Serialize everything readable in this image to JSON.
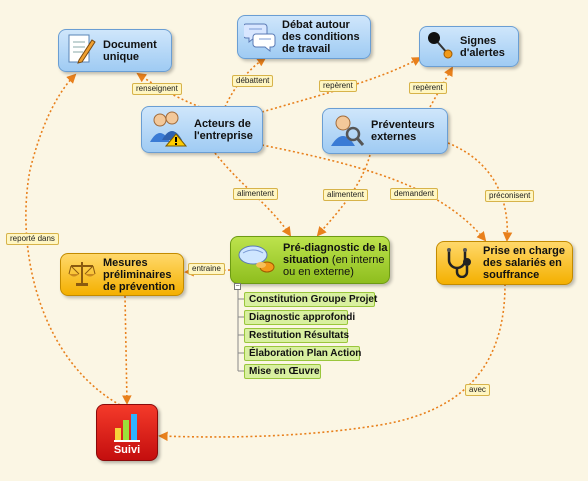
{
  "nodes": {
    "document": {
      "label": "Document\nunique",
      "icon": "document-pen-icon"
    },
    "debat": {
      "label": "Débat autour\ndes conditions\nde travail",
      "icon": "speech-bubbles-icon"
    },
    "signes": {
      "label": "Signes\nd'alertes",
      "icon": "alert-lever-icon"
    },
    "acteurs": {
      "label": "Acteurs de\nl'entreprise",
      "icon": "people-warning-icon"
    },
    "preventeurs": {
      "label": "Préventeurs\nexternes",
      "icon": "person-magnifier-icon"
    },
    "mesures": {
      "label": "Mesures\npréliminaires\nde prévention",
      "icon": "scales-icon"
    },
    "prediag": {
      "label_bold": "Pré-diagnostic de la\nsituation",
      "label_rest": " (en interne\nou en externe)",
      "icon": "globe-pill-icon"
    },
    "prise": {
      "label": "Prise en charge\ndes salariés en\nsouffrance",
      "icon": "stethoscope-icon"
    },
    "suivi": {
      "label": "Suivi",
      "icon": "bar-chart-icon"
    }
  },
  "subitems": [
    "Constitution Groupe Projet",
    "Diagnostic approfondi",
    "Restitution Résultats",
    "Élaboration Plan Action",
    "Mise en Œuvre"
  ],
  "edge_labels": {
    "renseignent": "renseignent",
    "debattent": "débattent",
    "reperent1": "repèrent",
    "reperent2": "repèrent",
    "alimentent1": "alimentent",
    "alimentent2": "alimentent",
    "demandent": "demandent",
    "preconisent": "préconisent",
    "entraine": "entraine",
    "reporte": "reporté dans",
    "avec": "avec"
  },
  "colors": {
    "edge": "#e8801c",
    "blue_node": "#a9d0f5",
    "yellow_node": "#f6b90c",
    "green_node": "#9cc52a",
    "red_node": "#e01e18"
  }
}
